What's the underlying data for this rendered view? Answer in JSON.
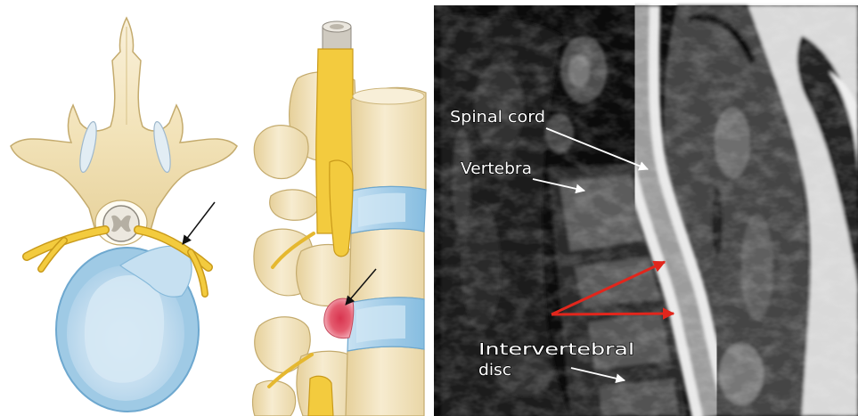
{
  "figure": {
    "mri_labels": {
      "spinal_cord": "Spinal cord",
      "vertebra": "Vertebra",
      "intervertebral_disc": [
        "Intervertebral",
        "disc"
      ]
    }
  },
  "colors": {
    "bone": "#f3e4bb",
    "disc": "#9fcae5",
    "nerve": "#f3cb3e",
    "herniation": "#e45a6e",
    "mri_background": "#0b0b0b",
    "label_text": "#ffffff",
    "pointer_arrow": "#111111",
    "red_arrow": "#e1261c"
  }
}
